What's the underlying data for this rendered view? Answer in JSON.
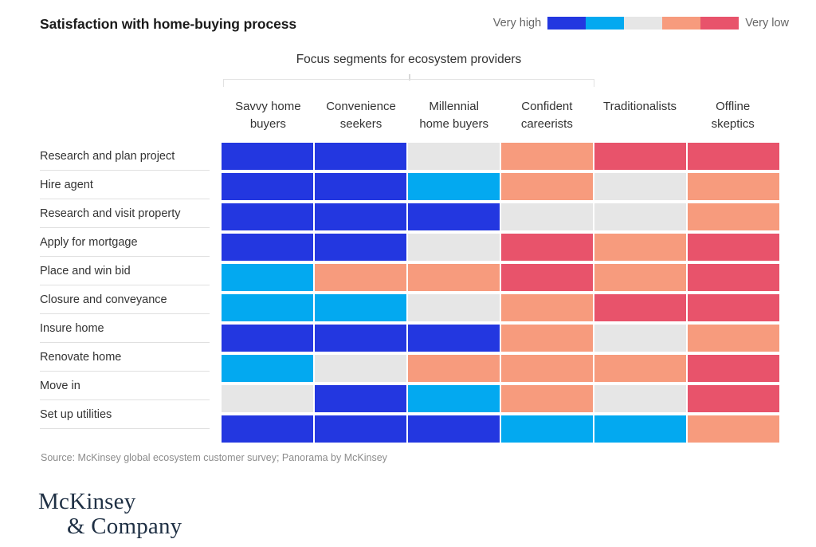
{
  "header": {
    "title": "Satisfaction with home-buying process"
  },
  "legend": {
    "high_label": "Very high",
    "low_label": "Very low",
    "scale": [
      {
        "name": "very-high",
        "color": "#2337E0"
      },
      {
        "name": "high",
        "color": "#03A9F0"
      },
      {
        "name": "medium",
        "color": "#E6E6E6"
      },
      {
        "name": "low",
        "color": "#F79B7D"
      },
      {
        "name": "very-low",
        "color": "#E8536B"
      }
    ]
  },
  "focus_group": {
    "label": "Focus segments for ecosystem providers",
    "spans_columns": 4
  },
  "source": {
    "text": "Source: McKinsey global ecosystem customer survey; Panorama by McKinsey"
  },
  "brand": {
    "line1": "McKinsey",
    "line2": "& Company"
  },
  "chart_data": {
    "type": "heatmap",
    "title": "Satisfaction with home-buying process",
    "xlabel": "",
    "ylabel": "",
    "legend_position": "top-right",
    "grid": false,
    "value_labels": [
      "very high",
      "high",
      "medium",
      "low",
      "very low"
    ],
    "value_colors": [
      "#2337E0",
      "#03A9F0",
      "#E6E6E6",
      "#F79B7D",
      "#E8536B"
    ],
    "categories": [
      "Savvy home buyers",
      "Convenience seekers",
      "Millennial home buyers",
      "Confident careerists",
      "Traditionalists",
      "Offline skeptics"
    ],
    "categories_lines": [
      [
        "Savvy home",
        "buyers"
      ],
      [
        "Convenience",
        "seekers"
      ],
      [
        "Millennial",
        "home buyers"
      ],
      [
        "Confident",
        "careerists"
      ],
      [
        "Traditionalists",
        ""
      ],
      [
        "Offline",
        "skeptics"
      ]
    ],
    "rows": [
      "Research and plan project",
      "Hire agent",
      "Research and visit property",
      "Apply for mortgage",
      "Place and win bid",
      "Closure and conveyance",
      "Insure home",
      "Renovate home",
      "Move in",
      "Set up utilities"
    ],
    "values": [
      [
        0,
        0,
        2,
        3,
        4,
        4
      ],
      [
        0,
        0,
        1,
        3,
        2,
        3
      ],
      [
        0,
        0,
        0,
        2,
        2,
        3
      ],
      [
        0,
        0,
        2,
        4,
        3,
        4
      ],
      [
        1,
        3,
        3,
        4,
        3,
        4
      ],
      [
        1,
        1,
        2,
        3,
        4,
        4
      ],
      [
        0,
        0,
        0,
        3,
        2,
        3
      ],
      [
        1,
        2,
        3,
        3,
        3,
        4
      ],
      [
        2,
        0,
        1,
        3,
        2,
        4
      ],
      [
        0,
        0,
        0,
        1,
        1,
        3
      ]
    ]
  }
}
